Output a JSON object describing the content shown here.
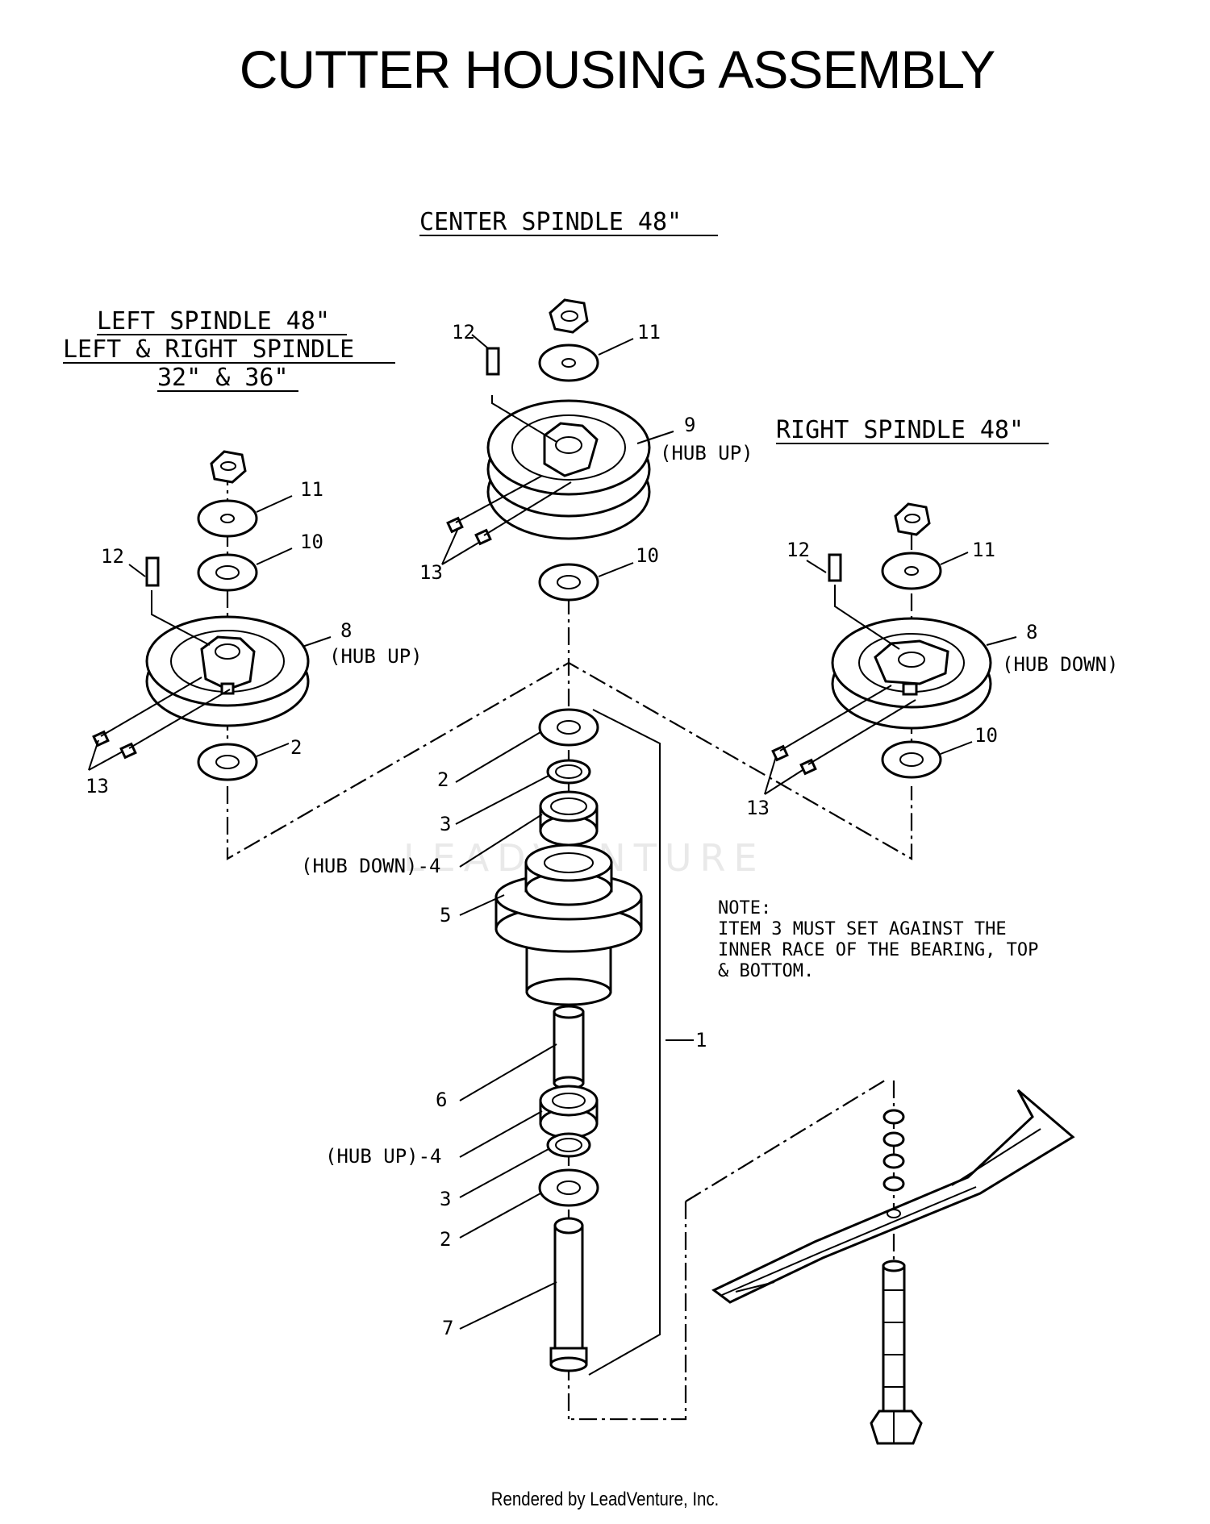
{
  "title": "CUTTER HOUSING ASSEMBLY",
  "footer": "Rendered by LeadVenture, Inc.",
  "watermark": "LEADVENTURE",
  "sections": {
    "center": "CENTER SPINDLE 48\"",
    "left_1": "LEFT SPINDLE 48\"",
    "left_2": "LEFT & RIGHT SPINDLE",
    "left_3": "32\" & 36\"",
    "right": "RIGHT SPINDLE 48\""
  },
  "note": {
    "l1": "NOTE:",
    "l2": "ITEM 3 MUST SET AGAINST THE",
    "l3": "INNER RACE OF THE BEARING, TOP",
    "l4": "& BOTTOM."
  },
  "callouts": {
    "c12": "12",
    "c11": "11",
    "c9": "9",
    "c9_hub": "(HUB UP)",
    "c13": "13",
    "c10": "10",
    "c2a": "2",
    "c3a": "3",
    "c4a": "(HUB DOWN)-4",
    "c5": "5",
    "c1": "1",
    "c6": "6",
    "c4b": "(HUB UP)-4",
    "c3b": "3",
    "c2b": "2",
    "c7": "7",
    "l11": "11",
    "l10": "10",
    "l12": "12",
    "l8": "8",
    "l8_hub": "(HUB UP)",
    "l2": "2",
    "l13": "13",
    "r12": "12",
    "r11": "11",
    "r8": "8",
    "r8_hub": "(HUB DOWN)",
    "r10": "10",
    "r13": "13"
  }
}
